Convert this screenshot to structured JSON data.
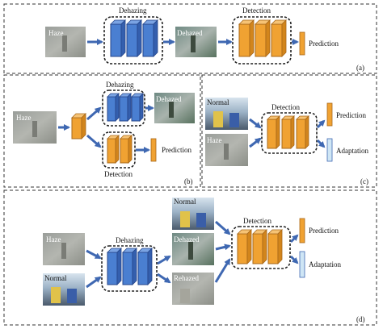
{
  "panels": {
    "a": {
      "tag": "(a)",
      "haze_label": "Haze",
      "dehazing_label": "Dehazing",
      "dehazed_label": "Dehazed",
      "detection_label": "Detection",
      "prediction_label": "Prediction"
    },
    "b": {
      "tag": "(b)",
      "haze_label": "Haze",
      "dehazing_label": "Dehazing",
      "dehazed_label": "Dehazed",
      "detection_label": "Detection",
      "prediction_label": "Prediction"
    },
    "c": {
      "tag": "(c)",
      "normal_label": "Normal",
      "haze_label": "Haze",
      "detection_label": "Detection",
      "prediction_label": "Prediction",
      "adaptation_label": "Adaptation"
    },
    "d": {
      "tag": "(d)",
      "haze_label": "Haze",
      "normal_label": "Normal",
      "dehazing_label": "Dehazing",
      "normal_top_label": "Normal",
      "dehazed_label": "Dehazed",
      "rehazed_label": "Rehazed",
      "detection_label": "Detection",
      "prediction_label": "Prediction",
      "adaptation_label": "Adaptation"
    }
  },
  "colors": {
    "dehazing_block": "#4a7fd1",
    "detection_block": "#f0a232",
    "arrow": "#3f68b2",
    "adaptation_bar": "#cfe6f5"
  }
}
